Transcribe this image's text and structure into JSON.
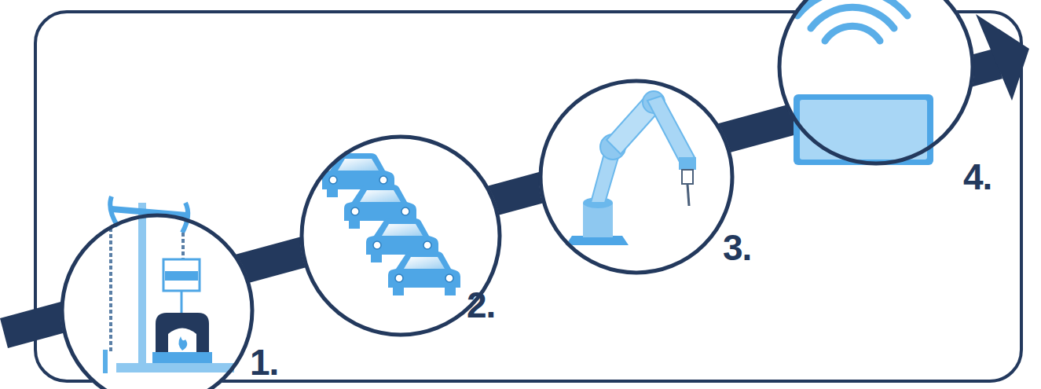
{
  "diagram": {
    "nodes": [
      {
        "text": [
          "1."
        ]
      },
      {
        "text": [
          "2."
        ]
      },
      {
        "text": [
          "3."
        ]
      },
      {
        "text": [
          "4."
        ]
      }
    ]
  }
}
